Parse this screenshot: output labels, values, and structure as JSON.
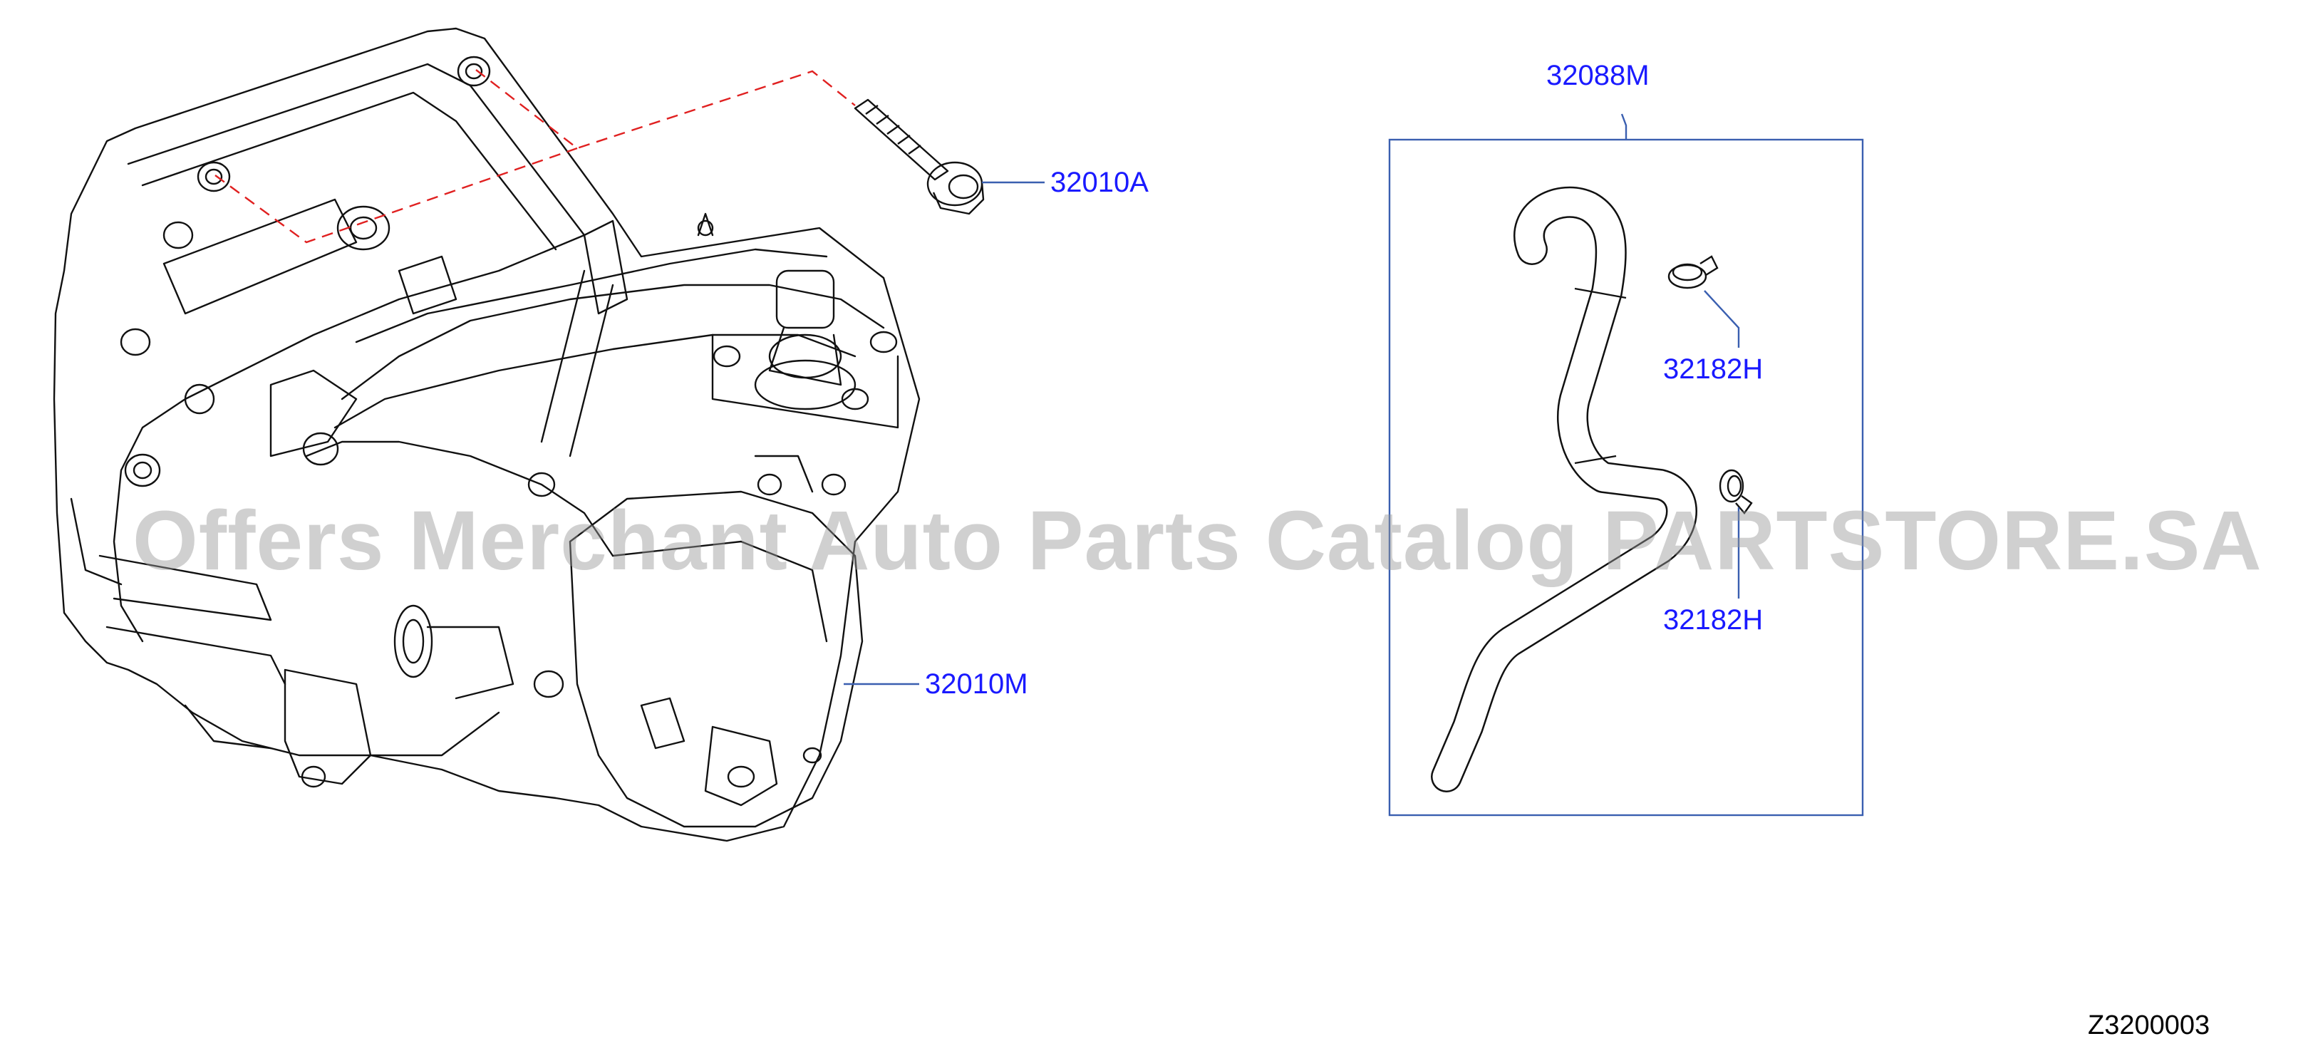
{
  "diagram": {
    "labels": {
      "bolt": "32010A",
      "transmission": "32010M",
      "hose_kit": "32088M",
      "clamp_upper": "32182H",
      "clamp_lower": "32182H"
    },
    "reference_code": "Z3200003",
    "watermark": "Offers Merchant Auto Parts Catalog PARTSTORE.SA",
    "colors": {
      "label_text": "#1a1aff",
      "leader_line": "#3a5fb0",
      "dashed_line": "#e02020",
      "drawing_line": "#111111",
      "watermark": "#969696"
    }
  }
}
